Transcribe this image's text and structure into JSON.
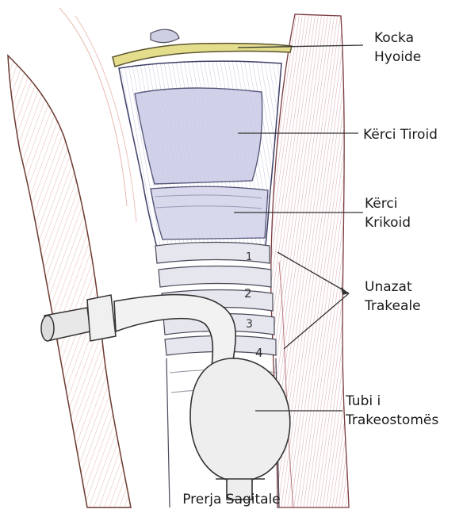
{
  "labels": {
    "hyoid_line1": "Kocka",
    "hyoid_line2": "Hyoide",
    "thyroid": "Kërci Tiroid",
    "cricoid_line1": "Kërci",
    "cricoid_line2": "Krikoid",
    "rings_line1": "Unazat",
    "rings_line2": "Trakeale",
    "tube_line1": "Tubi i",
    "tube_line2": "Trakeostomës"
  },
  "ring_numbers": [
    "1",
    "2",
    "3",
    "4"
  ],
  "caption": "Prerja Sagitale"
}
